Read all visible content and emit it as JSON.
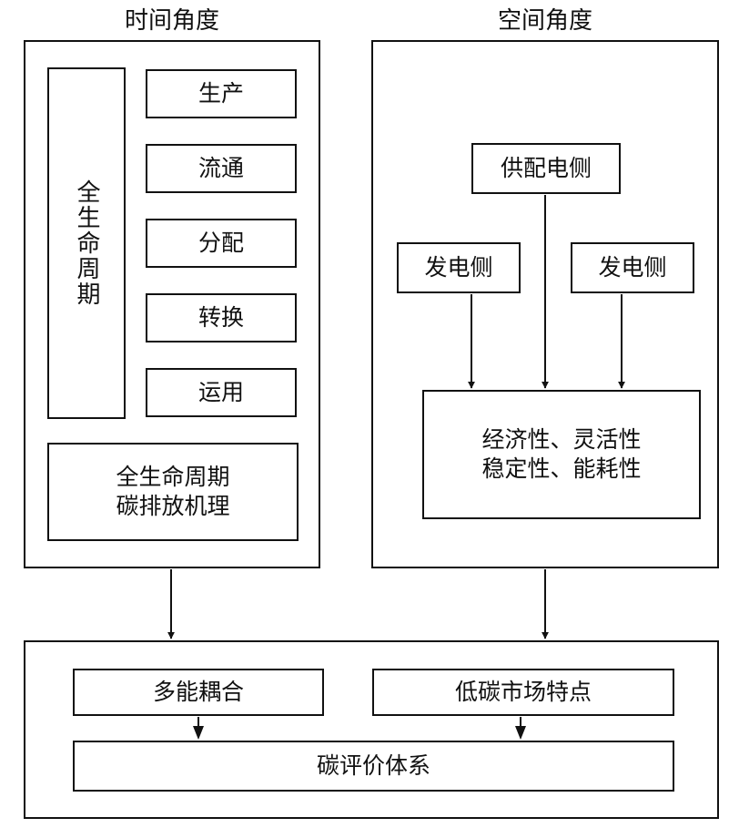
{
  "time_view": {
    "title": "时间角度",
    "lifecycle_label": "全生命周期",
    "stages": [
      "生产",
      "流通",
      "分配",
      "转换",
      "运用"
    ],
    "mechanism": "全生命周期\n碳排放机理"
  },
  "space_view": {
    "title": "空间角度",
    "supply_distribution_side": "供配电侧",
    "generation_side_left": "发电侧",
    "generation_side_right": "发电侧",
    "properties": "经济性、灵活性\n稳定性、能耗性"
  },
  "evaluation": {
    "multi_energy_coupling": "多能耦合",
    "low_carbon_market": "低碳市场特点",
    "carbon_evaluation_system": "碳评价体系"
  }
}
